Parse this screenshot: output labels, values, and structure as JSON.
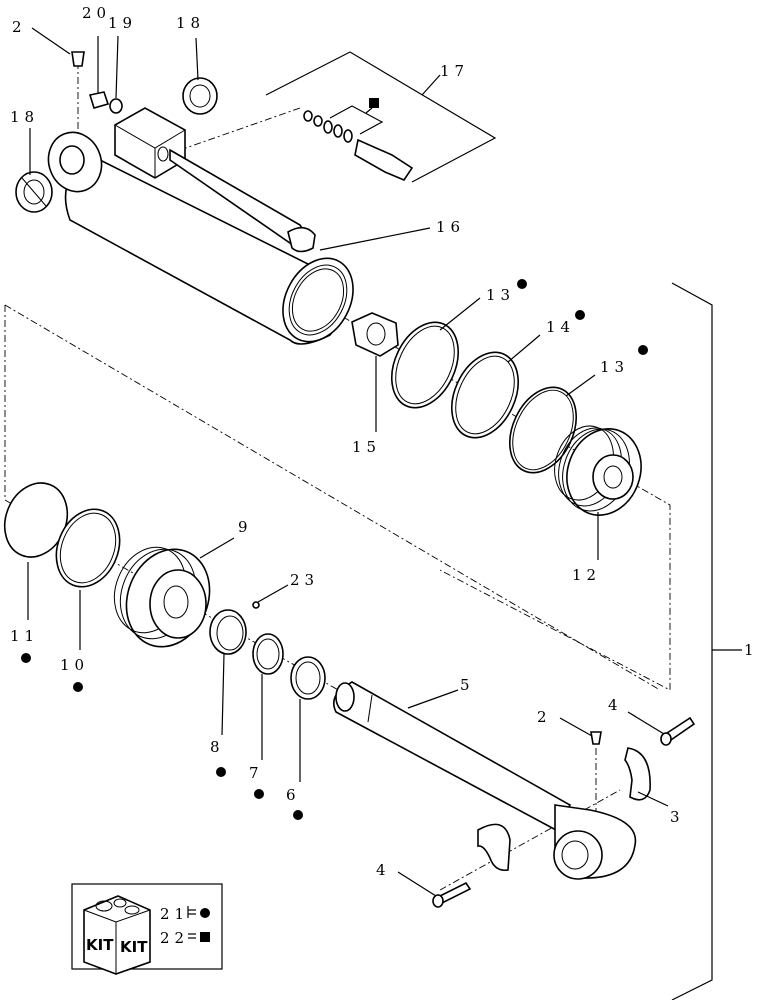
{
  "callouts": [
    {
      "id": "c1",
      "text": "1",
      "dot": false,
      "square": false
    },
    {
      "id": "c2a",
      "text": "2",
      "dot": false,
      "square": false
    },
    {
      "id": "c2b",
      "text": "2",
      "dot": false,
      "square": false
    },
    {
      "id": "c3",
      "text": "3",
      "dot": false,
      "square": false
    },
    {
      "id": "c4a",
      "text": "4",
      "dot": false,
      "square": false
    },
    {
      "id": "c4b",
      "text": "4",
      "dot": false,
      "square": false
    },
    {
      "id": "c5",
      "text": "5",
      "dot": false,
      "square": false
    },
    {
      "id": "c6",
      "text": "6",
      "dot": true,
      "square": false
    },
    {
      "id": "c7",
      "text": "7",
      "dot": true,
      "square": false
    },
    {
      "id": "c8",
      "text": "8",
      "dot": true,
      "square": false
    },
    {
      "id": "c9",
      "text": "9",
      "dot": false,
      "square": false
    },
    {
      "id": "c10",
      "text": "10",
      "dot": true,
      "square": false
    },
    {
      "id": "c11",
      "text": "11",
      "dot": true,
      "square": false
    },
    {
      "id": "c12",
      "text": "12",
      "dot": false,
      "square": false
    },
    {
      "id": "c13a",
      "text": "13",
      "dot": true,
      "square": false
    },
    {
      "id": "c13b",
      "text": "13",
      "dot": true,
      "square": false
    },
    {
      "id": "c14",
      "text": "14",
      "dot": true,
      "square": false
    },
    {
      "id": "c15",
      "text": "15",
      "dot": false,
      "square": false
    },
    {
      "id": "c16",
      "text": "16",
      "dot": false,
      "square": false
    },
    {
      "id": "c17",
      "text": "17",
      "dot": false,
      "square": true
    },
    {
      "id": "c18a",
      "text": "18",
      "dot": false,
      "square": false
    },
    {
      "id": "c18b",
      "text": "18",
      "dot": false,
      "square": false
    },
    {
      "id": "c19",
      "text": "19",
      "dot": false,
      "square": false
    },
    {
      "id": "c20",
      "text": "20",
      "dot": false,
      "square": false
    },
    {
      "id": "c23",
      "text": "23",
      "dot": false,
      "square": false
    }
  ],
  "legend": {
    "kit_text_left": "KIT",
    "kit_text_right": "KIT",
    "row1_number": "21",
    "row2_number": "22",
    "row1_symbol": "dot",
    "row2_symbol": "square"
  }
}
